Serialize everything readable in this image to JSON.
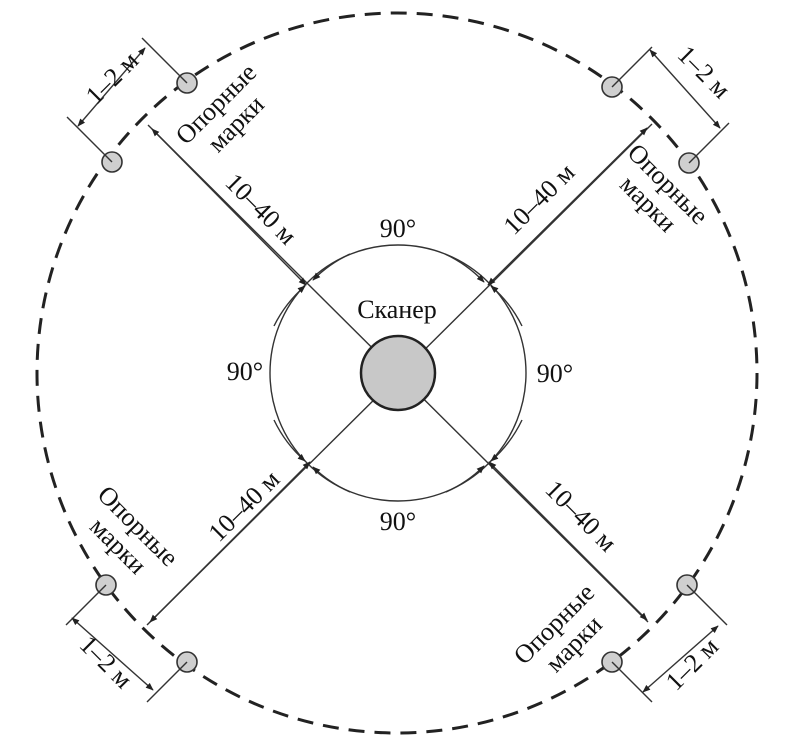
{
  "scanner_label": "Сканер",
  "angle_label": "90°",
  "distance_label": "10–40 м",
  "spacing_label": "1–2 м",
  "reference_label": {
    "line1": "Опорные",
    "line2": "марки"
  },
  "colors": {
    "scanner_fill": "#c8c8c8",
    "mark_fill": "#cfcfcf",
    "stroke": "#333333"
  }
}
